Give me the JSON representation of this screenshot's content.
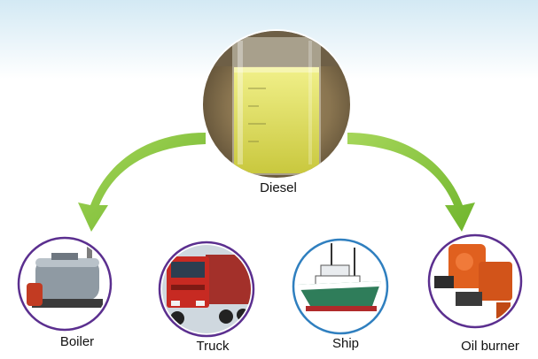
{
  "diagram": {
    "source": {
      "label": "Diesel",
      "icon": "diesel-beaker-icon"
    },
    "uses": [
      {
        "id": "boiler",
        "label": "Boiler",
        "icon": "boiler-icon"
      },
      {
        "id": "truck",
        "label": "Truck",
        "icon": "truck-icon"
      },
      {
        "id": "ship",
        "label": "Ship",
        "icon": "ship-icon"
      },
      {
        "id": "oil-burner",
        "label": "Oil burner",
        "icon": "oil-burner-icon"
      }
    ],
    "colors": {
      "arrow": "#8cc63f",
      "ring": "#6b3fa0",
      "fuel": "#e3e36a",
      "background_top": "#d3e9f4"
    }
  }
}
